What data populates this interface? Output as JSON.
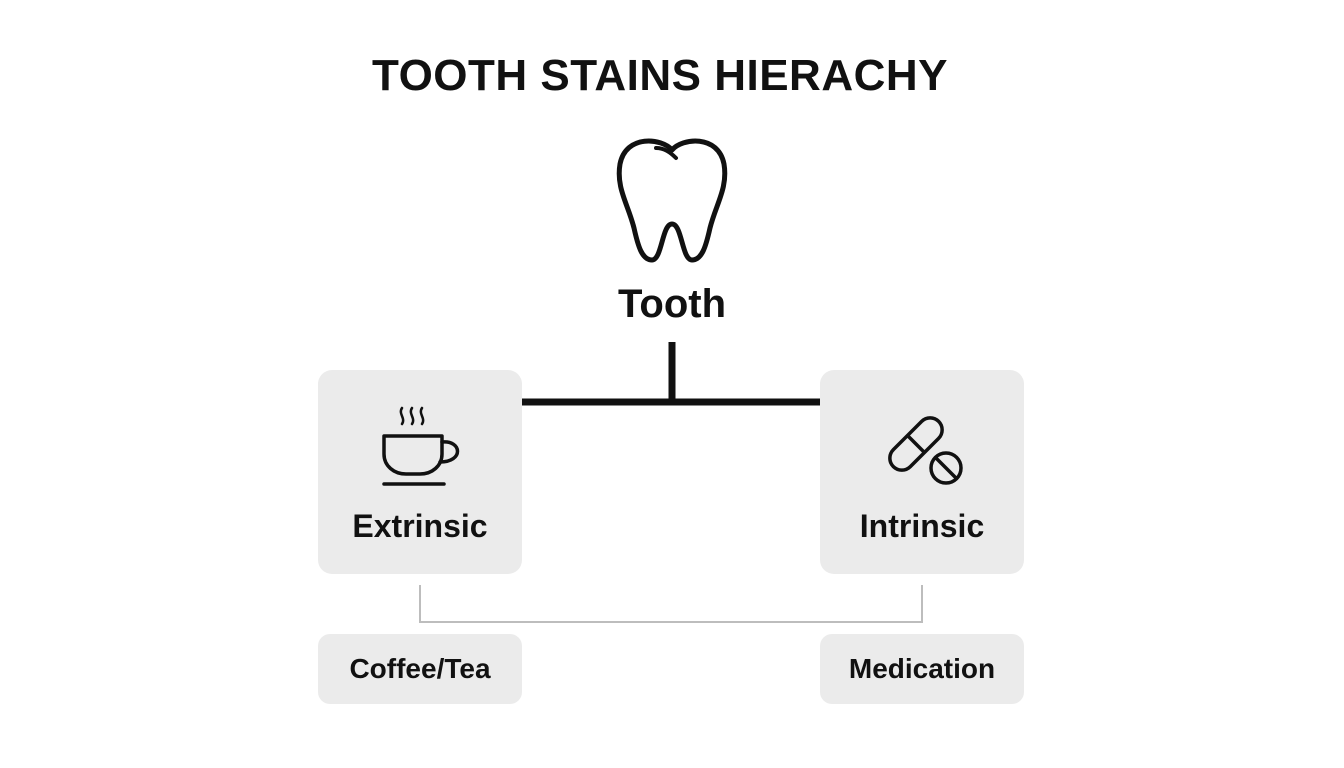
{
  "title": "TOOTH STAINS HIERACHY",
  "root": {
    "label": "Tooth",
    "icon": "tooth-icon"
  },
  "categories": [
    {
      "label": "Extrinsic",
      "icon": "coffee-cup-icon",
      "example": "Coffee/Tea"
    },
    {
      "label": "Intrinsic",
      "icon": "pill-capsule-icon",
      "example": "Medication"
    }
  ],
  "colors": {
    "text": "#111111",
    "card_background": "#ebebeb",
    "primary_connector": "#111111",
    "secondary_connector": "#c8c8c8"
  }
}
